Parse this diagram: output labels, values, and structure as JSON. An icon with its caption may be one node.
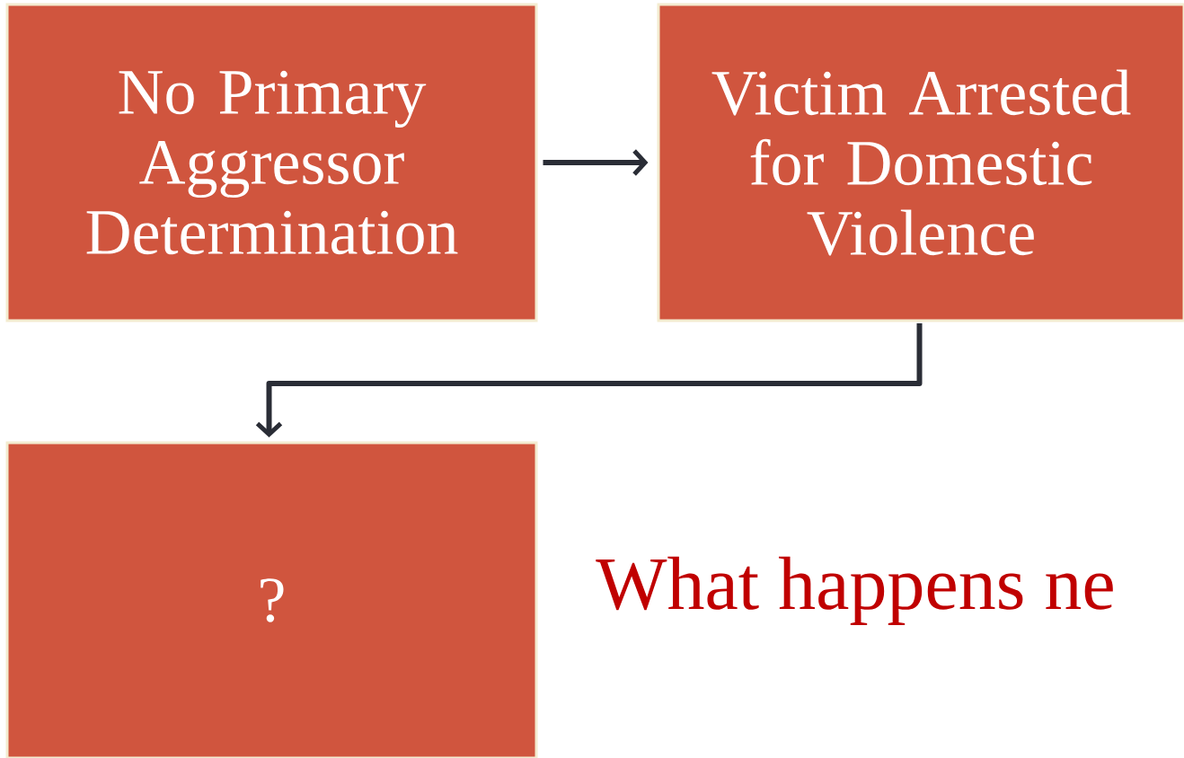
{
  "diagram": {
    "nodes": [
      {
        "text": [
          "No Primary Aggressor Determination"
        ]
      },
      {
        "text": [
          "Victim Arrested for Domestic Violence"
        ]
      },
      {
        "text": [
          "?"
        ]
      }
    ],
    "edges": [
      {
        "from": 0,
        "to": 1,
        "arrow": "to"
      },
      {
        "from": 1,
        "to": 2,
        "arrow": "to"
      }
    ],
    "labels": [
      "What happens ne"
    ]
  }
}
